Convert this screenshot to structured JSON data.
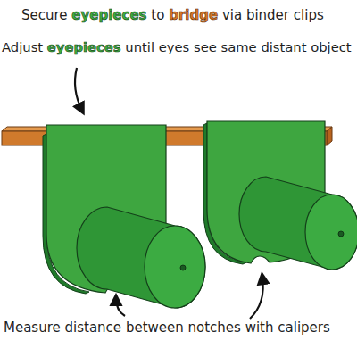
{
  "diagram": {
    "labels": [
      "Secure eyepieces to bridge via binder clips",
      "Adjust eyepieces until eyes see same distant object",
      "Measure distance between notches with calipers"
    ]
  }
}
